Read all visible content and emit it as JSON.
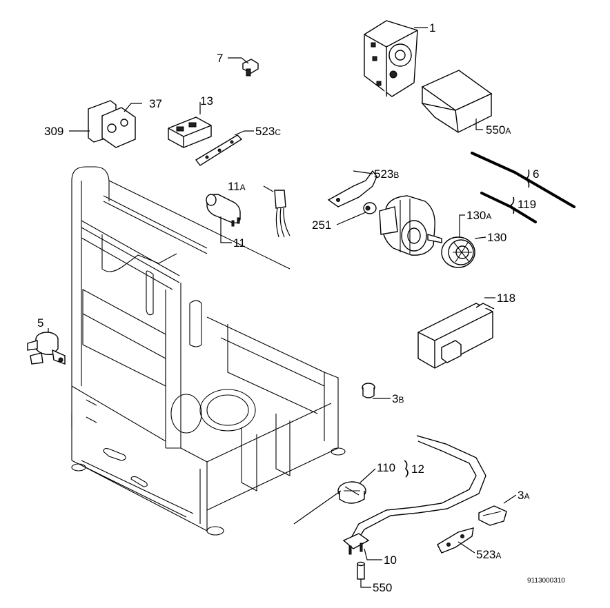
{
  "diagram_code": "9113000310",
  "callouts": {
    "c1": {
      "label": "1"
    },
    "c7": {
      "label": "7"
    },
    "c13": {
      "label": "13"
    },
    "c37": {
      "label": "37"
    },
    "c309": {
      "label": "309"
    },
    "c523c": {
      "label": "523",
      "suffix": "C"
    },
    "c550a": {
      "label": "550",
      "suffix": "A"
    },
    "c11a": {
      "label": "11",
      "suffix": "A"
    },
    "c11": {
      "label": "11"
    },
    "c523b": {
      "label": "523",
      "suffix": "B"
    },
    "c6": {
      "label": "6"
    },
    "c119": {
      "label": "119"
    },
    "c251": {
      "label": "251"
    },
    "c130a": {
      "label": "130",
      "suffix": "A"
    },
    "c130": {
      "label": "130"
    },
    "c118": {
      "label": "118"
    },
    "c5": {
      "label": "5"
    },
    "c3b": {
      "label": "3",
      "suffix": "B"
    },
    "c110": {
      "label": "110"
    },
    "c12": {
      "label": "12"
    },
    "c3a": {
      "label": "3",
      "suffix": "A"
    },
    "c10": {
      "label": "10"
    },
    "c523a": {
      "label": "523",
      "suffix": "A"
    },
    "c550": {
      "label": "550"
    }
  }
}
